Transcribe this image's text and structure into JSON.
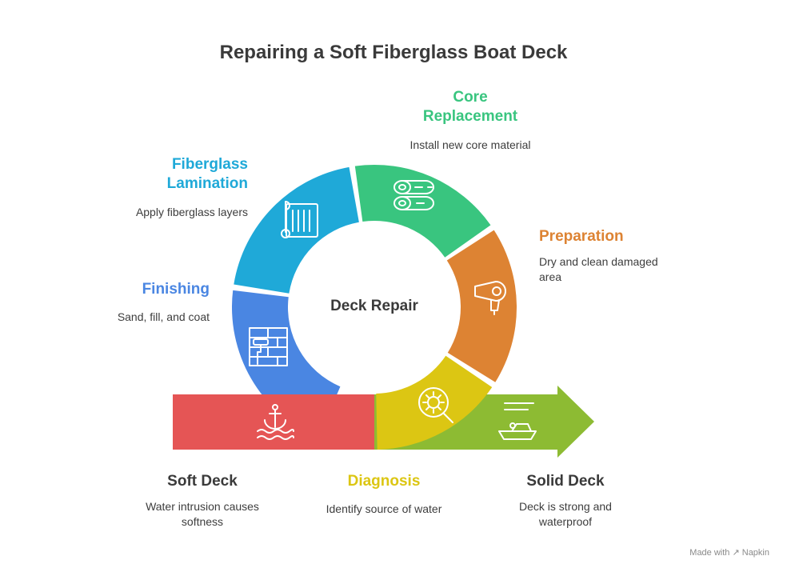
{
  "title": "Repairing a Soft Fiberglass Boat Deck",
  "center": "Deck Repair",
  "colors": {
    "soft_deck": "#e55555",
    "diagnosis": "#dcc613",
    "solid_deck": "#8dbb33",
    "preparation": "#dd8333",
    "core_replacement": "#39c57f",
    "fiberglass_lamination": "#1fa9d8",
    "finishing": "#4a86e2"
  },
  "stages": {
    "finishing": {
      "title": "Finishing",
      "desc": "Sand, fill, and coat",
      "icon": "paint-roller-wall-icon"
    },
    "fiberglass_lamination": {
      "title_line1": "Fiberglass",
      "title_line2": "Lamination",
      "desc": "Apply fiberglass layers",
      "icon": "fabric-roll-icon"
    },
    "core_replacement": {
      "title_line1": "Core",
      "title_line2": "Replacement",
      "desc": "Install new core material",
      "icon": "log-stack-icon"
    },
    "preparation": {
      "title": "Preparation",
      "desc_line1": "Dry and clean damaged",
      "desc_line2": "area",
      "icon": "hair-dryer-icon"
    },
    "diagnosis": {
      "title": "Diagnosis",
      "desc": "Identify source of water",
      "icon": "magnifier-virus-icon"
    },
    "soft_deck": {
      "title": "Soft Deck",
      "desc_line1": "Water intrusion causes",
      "desc_line2": "softness",
      "icon": "anchor-waves-icon"
    },
    "solid_deck": {
      "title": "Solid Deck",
      "desc_line1": "Deck is strong and",
      "desc_line2": "waterproof",
      "icon": "speedboat-icon"
    }
  },
  "footer": "Made with ↗ Napkin"
}
